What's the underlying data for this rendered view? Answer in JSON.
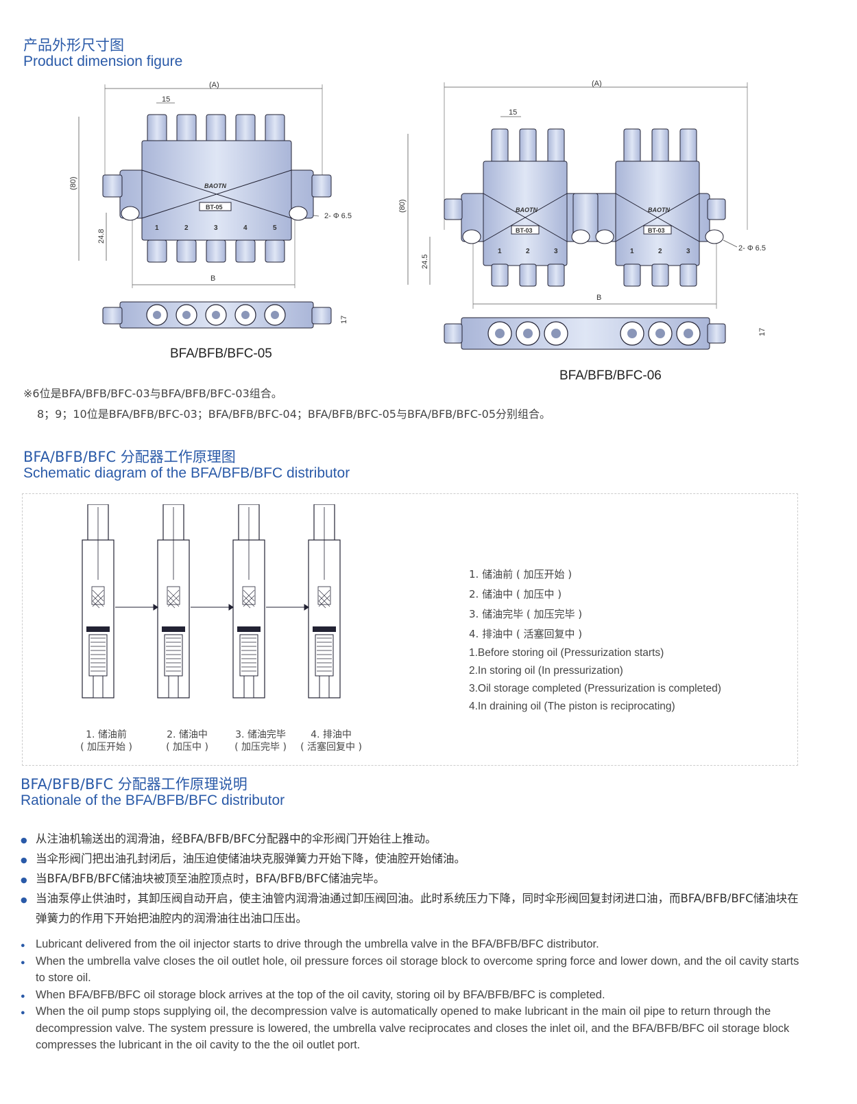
{
  "sections": {
    "dimension": {
      "title_cn": "产品外形尺寸图",
      "title_en": "Product dimension figure"
    },
    "schematic": {
      "title_cn": "BFA/BFB/BFC 分配器工作原理图",
      "title_en": "Schematic diagram of the BFA/BFB/BFC distributor"
    },
    "rationale": {
      "title_cn": "BFA/BFB/BFC 分配器工作原理说明",
      "title_en": "Rationale of the BFA/BFB/BFC distributor"
    }
  },
  "drawings": {
    "left": {
      "model": "BFA/BFB/BFC-05",
      "dim_a": "(A)",
      "dim_pitch": "15",
      "dim_height": "(80)",
      "dim_hole_height": "24.8",
      "dim_b": "B",
      "dim_hole": "2- Φ 6.5",
      "dim_depth": "17",
      "brand": "BAOTN",
      "block_label": "BT-05",
      "outlets": [
        "1",
        "2",
        "3",
        "4",
        "5"
      ]
    },
    "right": {
      "model": "BFA/BFB/BFC-06",
      "dim_a": "(A)",
      "dim_pitch": "15",
      "dim_height": "(80)",
      "dim_hole_height": "24.5",
      "dim_b": "B",
      "dim_hole": "2- Φ 6.5",
      "dim_depth": "17",
      "brand": "BAOTN",
      "block_label": "BT-03",
      "outlets": [
        "1",
        "2",
        "3"
      ]
    }
  },
  "notes": {
    "line1": "※6位是BFA/BFB/BFC-03与BFA/BFB/BFC-03组合。",
    "line2": "8；9；10位是BFA/BFB/BFC-03；BFA/BFB/BFC-04；BFA/BFB/BFC-05与BFA/BFB/BFC-05分别组合。"
  },
  "schematic_captions": [
    {
      "line1": "1. 储油前",
      "line2": "( 加压开始 )"
    },
    {
      "line1": "2. 储油中",
      "line2": "( 加压中 )"
    },
    {
      "line1": "3. 储油完毕",
      "line2": "( 加压完毕 )"
    },
    {
      "line1": "4. 排油中",
      "line2": "( 活塞回复中 )"
    }
  ],
  "legend": {
    "cn": [
      "1. 储油前 ( 加压开始 )",
      "2. 储油中 ( 加压中 )",
      "3. 储油完毕 ( 加压完毕 )",
      "4. 排油中 ( 活塞回复中 )"
    ],
    "en": [
      "1.Before storing oil (Pressurization starts)",
      "2.In storing oil (In pressurization)",
      "3.Oil storage completed (Pressurization is completed)",
      "4.In draining oil (The piston is reciprocating)"
    ]
  },
  "rationale_cn": [
    "从注油机输送出的润滑油，经BFA/BFB/BFC分配器中的伞形阀门开始往上推动。",
    "当伞形阀门把出油孔封闭后，油压迫使储油块克服弹簧力开始下降，使油腔开始储油。",
    "当BFA/BFB/BFC储油块被顶至油腔顶点时，BFA/BFB/BFC储油完毕。",
    "当油泵停止供油时，其卸压阀自动开启，使主油管内润滑油通过卸压阀回油。此时系统压力下降，同时伞形阀回复封闭进口油，而BFA/BFB/BFC储油块在弹簧力的作用下开始把油腔内的润滑油往出油口压出。"
  ],
  "rationale_en": [
    "Lubricant delivered from the oil injector starts to drive through the umbrella valve in the BFA/BFB/BFC distributor.",
    "When the umbrella valve closes the oil outlet hole, oil pressure forces oil storage block to overcome spring force and lower down, and the oil cavity starts to store oil.",
    "When BFA/BFB/BFC oil storage block arrives at the top of the oil cavity, storing oil by BFA/BFB/BFC is completed.",
    "When the oil pump stops supplying oil, the decompression valve is automatically opened to make lubricant in the main oil pipe to return through the decompression valve. The system pressure is lowered, the umbrella valve reciprocates and closes the inlet oil, and the BFA/BFB/BFC oil storage block compresses the lubricant in the oil cavity to the the oil outlet port."
  ],
  "colors": {
    "heading": "#2a5aa8",
    "part_fill": "#c9d3ea",
    "oil_fill": "#b9c6ea"
  }
}
